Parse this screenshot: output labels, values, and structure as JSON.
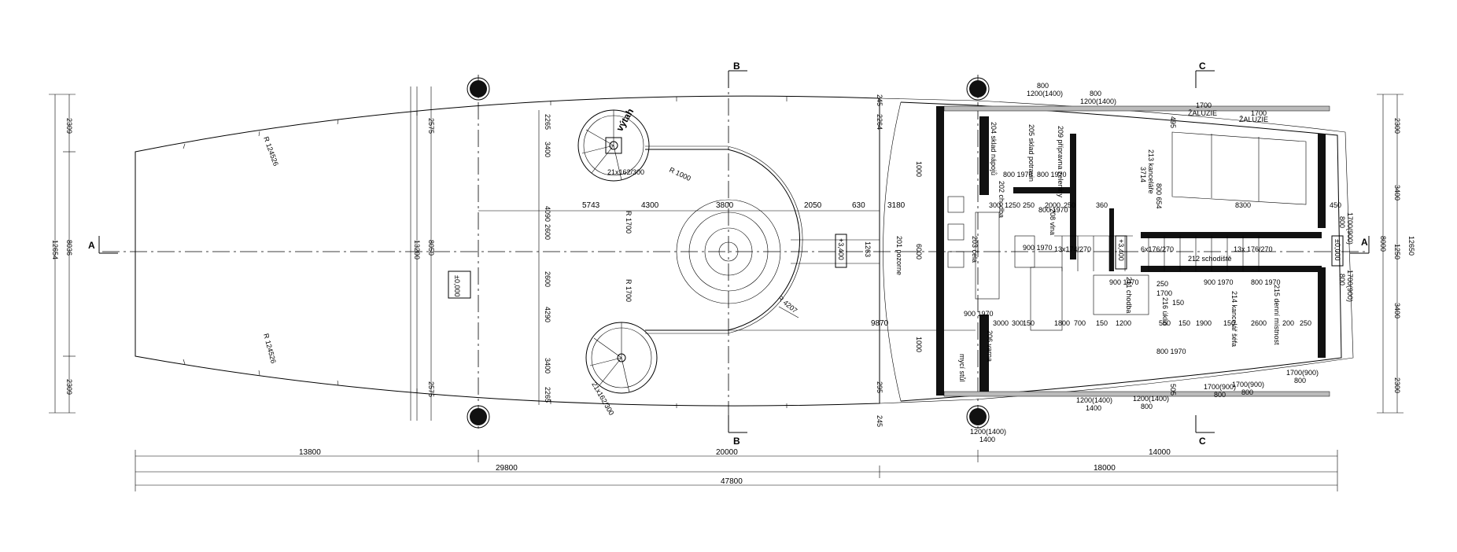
{
  "overall": {
    "length_total": "47800",
    "seg_left": "13800",
    "seg_mid": "20000",
    "seg_right": "14000",
    "seg_a": "29800",
    "seg_b": "18000"
  },
  "left_dims": {
    "top": "2309",
    "mid": "8036",
    "overall": "12654",
    "bottom": "2309"
  },
  "left_inner": {
    "top": "2575",
    "mid": "8050",
    "overall": "13200",
    "bottom": "2575"
  },
  "stair_col": {
    "d1": "2265",
    "d2": "3400",
    "d3": "4090",
    "d4": "2600",
    "d5": "2600",
    "d6": "4290",
    "d7": "3400",
    "d8": "2265"
  },
  "radii": {
    "hull_top": "R 124526",
    "hull_bottom": "R 124526",
    "stair_top": "R 1000",
    "arc_top": "R 1700",
    "arc_bottom": "R 1700",
    "arc_inner": "R 4207"
  },
  "mid_dims": {
    "a": "5743",
    "b": "4300",
    "c": "3800",
    "d": "2050",
    "e": "630",
    "f": "3180",
    "g": "9870",
    "h": "1000",
    "i": "6000",
    "j": "1000",
    "k": "1263"
  },
  "levels": {
    "deck": "±0,000",
    "upper": "+3,400",
    "mid": "+3,400",
    "right": "±0,000"
  },
  "rooms": {
    "r201": "201 pozorne",
    "r202": "202 chodba",
    "r203": "203 čela",
    "r204": "204 sklad nápojů",
    "r205": "205 sklad potravin",
    "r206": "206 varna",
    "r208": "208 vlna",
    "r209": "209 přípravna zeleniny",
    "r211": "211 chodba",
    "r212": "212 schodiště",
    "r213": "213 kanceláře",
    "r214": "214 kancelář šéfa",
    "r215": "215 denní místnost",
    "r216": "216 úklid"
  },
  "labels": {
    "lift": "výtah",
    "stair1": "21x162/300",
    "stair2": "21x162/300",
    "stairs_a": "13x174/270",
    "stairs_b": "6x176/270",
    "stairs_c": "13x 176/270",
    "sunshade1": "ŽALUZIE",
    "sunshade2": "ŽALUZIE",
    "myci": "mycí stůl",
    "sink": "800 654"
  },
  "windows": {
    "w1": "800",
    "w1b": "1200(1400)",
    "w2": "800",
    "w2b": "1200(1400)",
    "w3": "1700",
    "w4": "1700",
    "w5": "800",
    "w5b": "1700(900)",
    "w6": "800",
    "w6b": "1700(900)",
    "b1": "1400",
    "b1b": "1200(1400)",
    "b2": "800",
    "b2b": "1200(1400)",
    "b3": "800",
    "b3b": "1700(900)",
    "b4": "800",
    "b4b": "1700(900)",
    "b5": "800",
    "b5b": "1700(900)",
    "b6": "1400",
    "b6b": "1200(1400)"
  },
  "doors": {
    "d1": "800 1970",
    "d2": "800 1970",
    "d3": "900 1970",
    "d4": "900 1970",
    "d5": "800 1970",
    "d6": "900 1970",
    "d7": "800 1970",
    "d8": "900 1970",
    "d9": "800 1970"
  },
  "room_dims": {
    "a": "300",
    "b": "1250",
    "c": "250",
    "d": "2000",
    "e": "250",
    "f": "360",
    "g": "8300",
    "h": "450",
    "i": "3000",
    "j": "150",
    "k": "1800",
    "l": "700",
    "m": "150",
    "n": "1200",
    "o": "550",
    "p": "150",
    "q": "1900",
    "r": "150",
    "s": "2600",
    "t": "200",
    "u": "250",
    "v": "300",
    "w": "250",
    "x": "1700",
    "y": "150",
    "z": "3714"
  },
  "right_dims": {
    "top": "2300",
    "a": "3400",
    "b": "8000",
    "c": "1250",
    "overall": "12650",
    "d": "3400",
    "bottom": "2300"
  },
  "right_inner": {
    "top": "245",
    "a": "2264",
    "b": "295",
    "c": "245",
    "d": "495",
    "e": "505"
  },
  "sections": {
    "a_left": "A",
    "a_right": "A",
    "b_top": "B",
    "b_bottom": "B",
    "c_top": "C",
    "c_bottom": "C"
  }
}
